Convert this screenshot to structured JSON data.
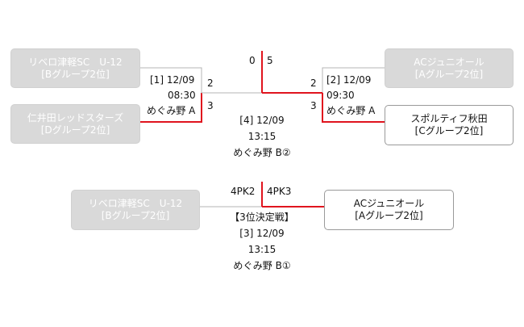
{
  "matches": {
    "m1": {
      "top": {
        "name": "リベロ津軽SC　U-12",
        "group": "[Bグループ2位]"
      },
      "bottom": {
        "name": "仁井田レッドスターズ",
        "group": "[Dグループ2位]"
      },
      "info": {
        "label": "[1] 12/09",
        "time": "08:30",
        "venue": "めぐみ野 A"
      },
      "score_top": "2",
      "score_bottom": "3"
    },
    "m2": {
      "top": {
        "name": "ACジュニオール",
        "group": "[Aグループ2位]"
      },
      "bottom": {
        "name": "スポルティフ秋田",
        "group": "[Cグループ2位]"
      },
      "info": {
        "label": "[2] 12/09",
        "time": "09:30",
        "venue": "めぐみ野 A"
      },
      "score_top": "2",
      "score_bottom": "3"
    },
    "final": {
      "score_left": "0",
      "score_right": "5",
      "info": {
        "label": "[4] 12/09",
        "time": "13:15",
        "venue": "めぐみ野 B②"
      }
    },
    "third": {
      "left": {
        "name": "リベロ津軽SC　U-12",
        "group": "[Bグループ2位]"
      },
      "right": {
        "name": "ACジュニオール",
        "group": "[Aグループ2位]"
      },
      "score_left": "4PK2",
      "score_right": "4PK3",
      "info": {
        "title": "【3位決定戦】",
        "label": "[3] 12/09",
        "time": "13:15",
        "venue": "めぐみ野 B①"
      }
    }
  },
  "colors": {
    "winner_line": "#e0141e",
    "loser_line": "#b4b4b4",
    "loser_box": "#d9d9d9"
  }
}
